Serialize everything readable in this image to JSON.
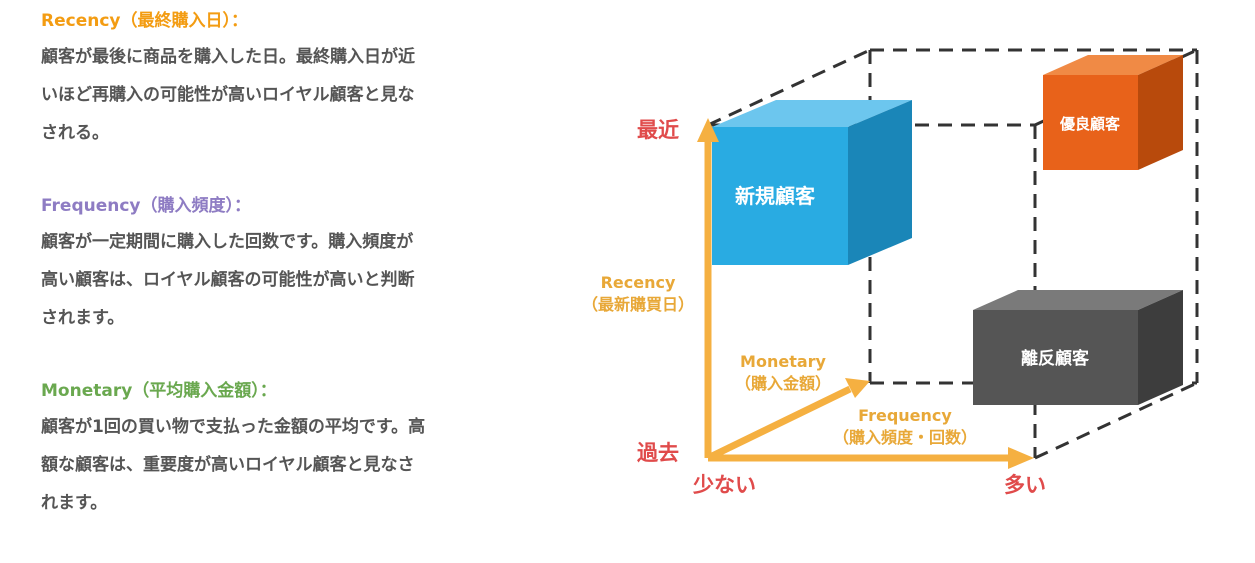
{
  "colors": {
    "recency": "#f39c12",
    "frequency": "#8e7cc3",
    "monetary": "#6aa84f",
    "body_text": "#555555",
    "axis": "#f5b041",
    "axis_label": "#e8a838",
    "pole_label": "#e04b4b",
    "cube_blue": "#29abe2",
    "cube_orange": "#e8621a",
    "cube_gray": "#555555"
  },
  "sections": [
    {
      "heading": "Recency（最終購入日）：",
      "lines": [
        "顧客が最後に商品を購入した日。最終購入日が近",
        "いほど再購入の可能性が高いロイヤル顧客と見な",
        "される。"
      ]
    },
    {
      "heading": "Frequency（購入頻度）：",
      "lines": [
        "顧客が一定期間に購入した回数です。購入頻度が",
        "高い顧客は、ロイヤル顧客の可能性が高いと判断",
        "されます。"
      ]
    },
    {
      "heading": "Monetary（平均購入金額）：",
      "lines": [
        "顧客が1回の買い物で支払った金額の平均です。高",
        "額な顧客は、重要度が高いロイヤル顧客と見なさ",
        "れます。"
      ]
    }
  ],
  "diagram": {
    "recency_top": "最近",
    "recency_bottom": "過去",
    "x_low": "少ない",
    "x_high": "多い",
    "recency_axis": [
      "Recency",
      "（最新購買日）"
    ],
    "monetary_axis": [
      "Monetary",
      "（購入金額）"
    ],
    "frequency_axis": [
      "Frequency",
      "（購入頻度・回数）"
    ],
    "cube_new": "新規顧客",
    "cube_best": "優良顧客",
    "cube_churn": "離反顧客"
  }
}
